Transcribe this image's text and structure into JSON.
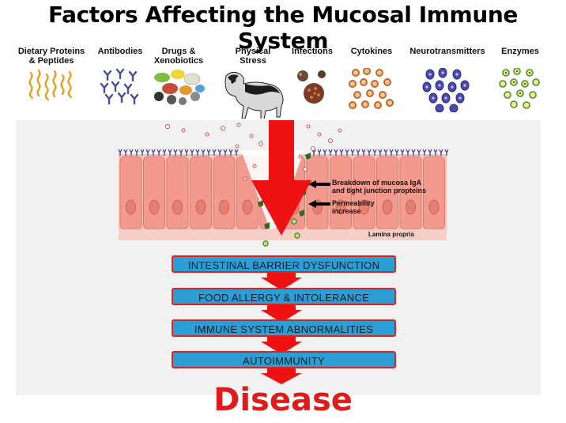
{
  "title": "Factors Affecting the Mucosal Immune System",
  "factors": [
    {
      "line1": "Dietary Proteins",
      "line2": "& Peptides",
      "icon": "peptide-chains-icon"
    },
    {
      "line1": "Antibodies",
      "line2": "",
      "icon": "antibody-icon"
    },
    {
      "line1": "Drugs &",
      "line2": "Xenobiotics",
      "icon": "pills-icon"
    },
    {
      "line1": "Physical",
      "line2": "Stress",
      "icon": "stressed-dog-icon"
    },
    {
      "line1": "Infections",
      "line2": "",
      "icon": "microbe-icon"
    },
    {
      "line1": "Cytokines",
      "line2": "",
      "icon": "cytokine-dots-icon"
    },
    {
      "line1": "Neurotransmitters",
      "line2": "",
      "icon": "neurotransmitter-icon"
    },
    {
      "line1": "Enzymes",
      "line2": "",
      "icon": "enzyme-icon"
    }
  ],
  "notes": {
    "breakdown_line1": "Breakdown of mucosa IgA",
    "breakdown_line2": "and tight junction propteins",
    "permeability_line1": "Permeability",
    "permeability_line2": "increase",
    "lamina": "Lamina propria"
  },
  "stages": [
    "INTESTINAL BARRIER DYSFUNCTION",
    "FOOD ALLERGY & INTOLERANCE",
    "IMMUNE SYSTEM ABNORMALITIES",
    "AUTOIMMUNITY"
  ],
  "outcome": "Disease",
  "colors": {
    "arrow": "#ee1111",
    "stage_fill": "#2b9fd3",
    "stage_border": "#dd2222",
    "cell": "#f29a8e",
    "outcome": "#e01b1b"
  }
}
